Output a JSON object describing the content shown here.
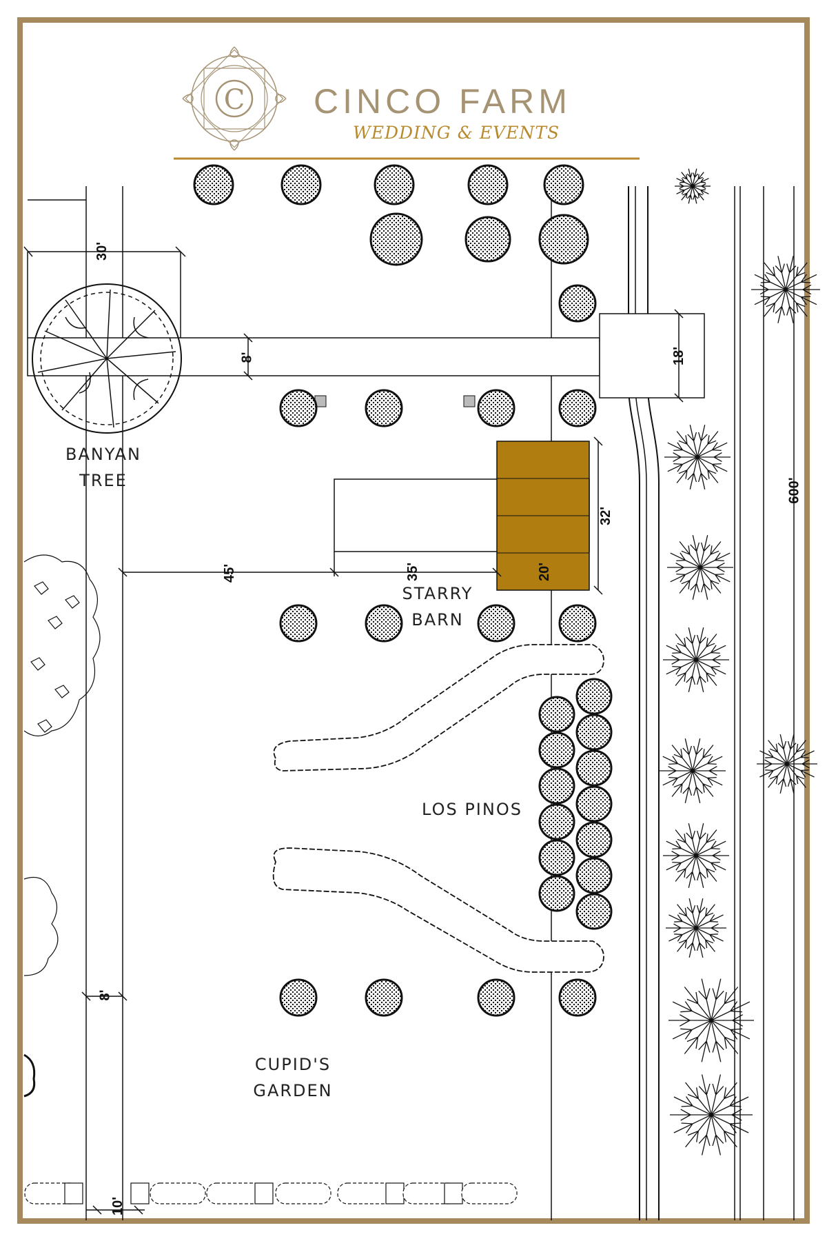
{
  "brand": {
    "logo_letter": "C",
    "name": "CINCO FARM",
    "tagline": "WEDDING & EVENTS",
    "brand_color": "#a59374",
    "gold_color": "#b88a2e"
  },
  "colors": {
    "frame": "#a6895c",
    "barn_fill": "#b07d10",
    "ink": "#111111"
  },
  "areas": {
    "banyan_tree": [
      "BANYAN",
      "TREE"
    ],
    "starry_barn": [
      "STARRY",
      "BARN"
    ],
    "los_pinos": "LOS PINOS",
    "cupids_garden": [
      "CUPID'S",
      "GARDEN"
    ]
  },
  "dimensions": {
    "banyan_width": "30'",
    "path_width": "8'",
    "entry_width": "18'",
    "lot_length": "600'",
    "barn_depth": "32'",
    "setback": "45'",
    "pavilion": "35'",
    "barn_width": "20'",
    "side_path": "8'",
    "bottom_offset": "10'"
  }
}
